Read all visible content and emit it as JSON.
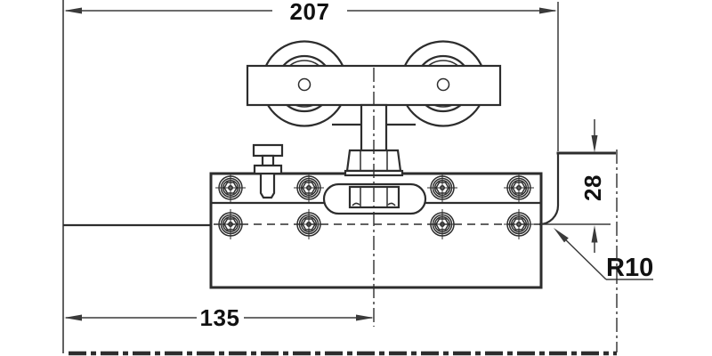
{
  "drawing": {
    "type": "technical-diagram-sliding-door-roller",
    "labels": {
      "total_width": "207",
      "left_offset": "135",
      "drop_height": "28",
      "corner_radius": "R10"
    },
    "colors": {
      "outline": "#2d2d2d",
      "dimension": "#3a3a3a",
      "text": "#111111",
      "background": "#ffffff"
    }
  }
}
